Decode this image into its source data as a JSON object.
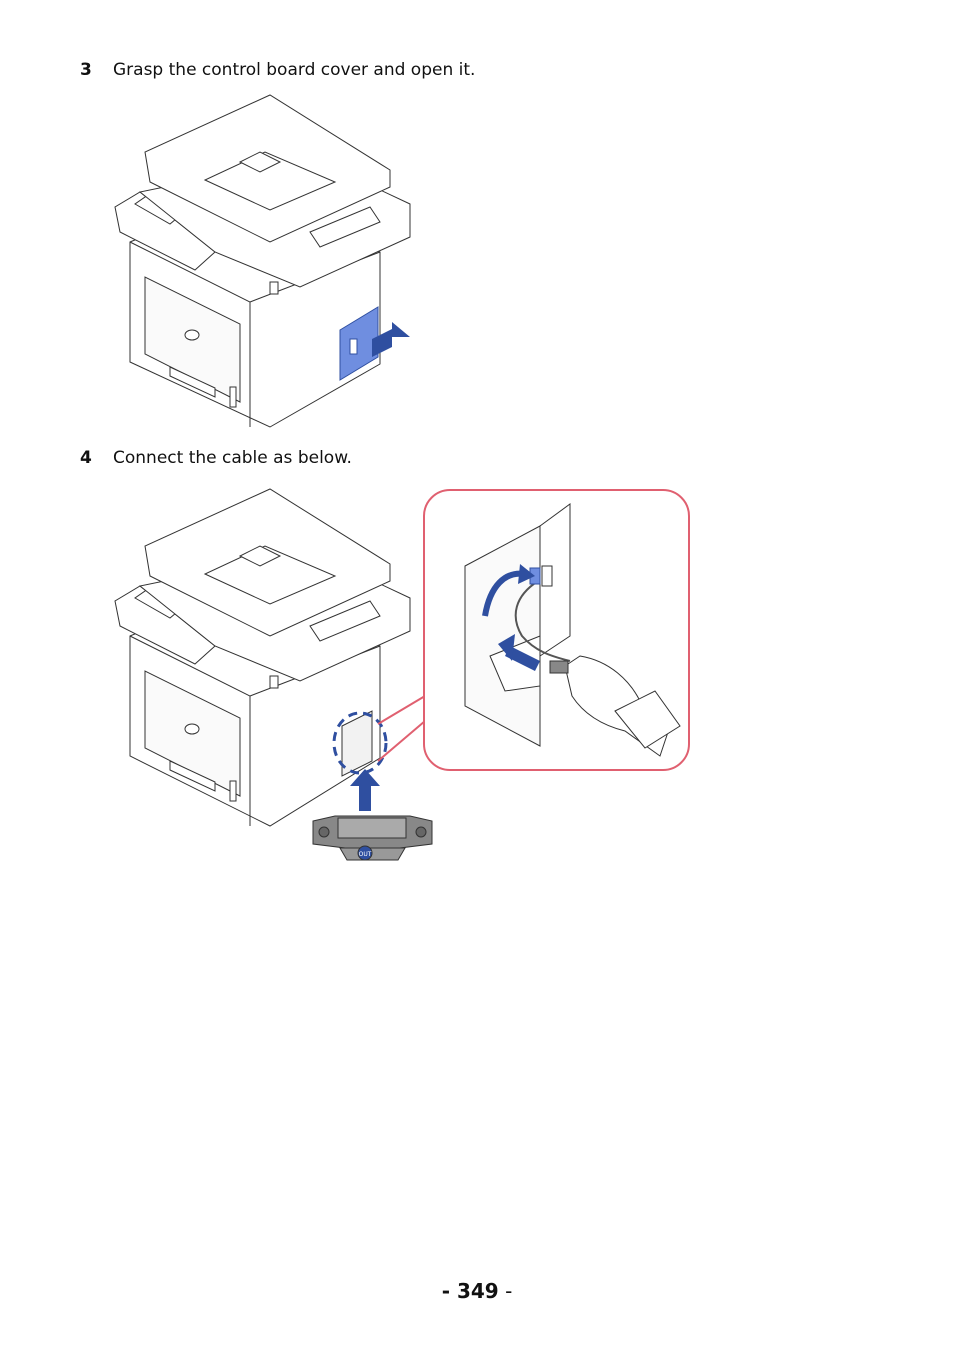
{
  "steps": [
    {
      "number": "3",
      "text": "Grasp the control board cover and open it."
    },
    {
      "number": "4",
      "text": "Connect the cable as below."
    }
  ],
  "figures": {
    "fig3": {
      "icon": "printer-open-cover-illustration",
      "arrow_color": "#2f4fa0",
      "cover_color": "#6f8ee0"
    },
    "fig4": {
      "icon": "printer-connect-cable-illustration",
      "callout_color": "#e06070",
      "arrow_color": "#2f4fa0",
      "adapter_label": "OUT"
    }
  },
  "page_number": {
    "prefix": "- 349",
    "suffix": " -"
  }
}
